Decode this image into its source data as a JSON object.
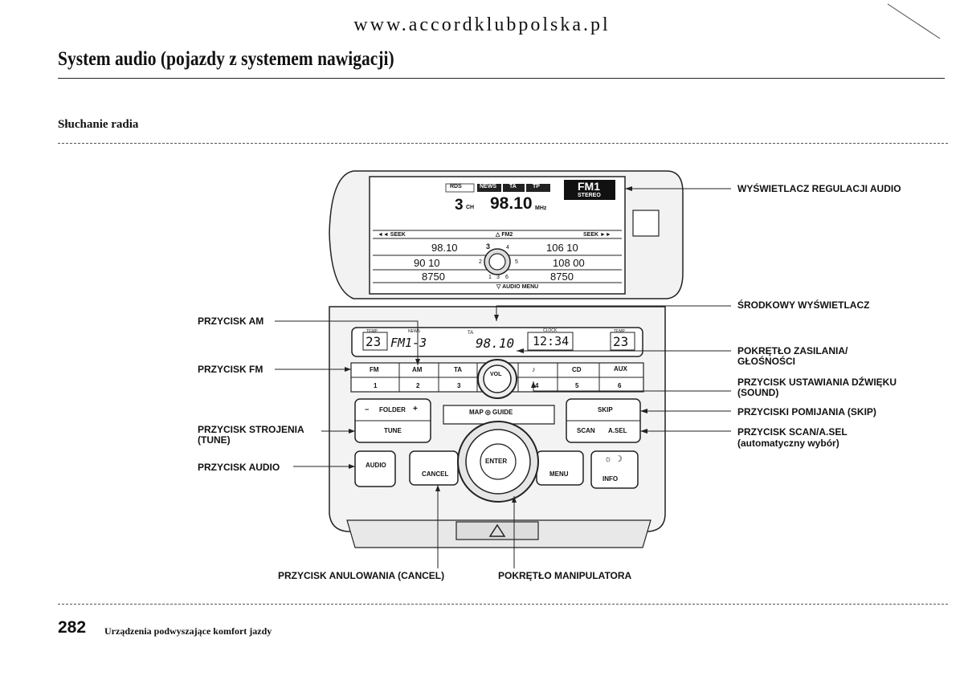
{
  "header": {
    "url": "www.accordklubpolska.pl",
    "title": "System audio (pojazdy z systemem nawigacji)",
    "section": "Słuchanie radia"
  },
  "display_top": {
    "indicators": [
      "RDS",
      "NEWS",
      "TA",
      "TP"
    ],
    "band": "FM1",
    "stereo": "STEREO",
    "channel": "3",
    "channel_unit": "CH",
    "frequency": "98.10",
    "freq_unit": "MHz",
    "seek_left": "◄◄ SEEK",
    "seek_right": "SEEK ►►",
    "fm2": "△ FM2",
    "audio_menu": "▽ AUDIO MENU",
    "presets_left": [
      "98.10",
      "90 10",
      "8750"
    ],
    "presets_right": [
      "106 10",
      "108 00",
      "8750"
    ],
    "preset_numbers": [
      "3",
      "4",
      "2",
      "5",
      "1",
      "3",
      "6"
    ]
  },
  "center_display": {
    "temp_label": "TEMP",
    "temp_left": "23",
    "band": "FM1-3",
    "news": "NEWS",
    "ta": "TA",
    "freq": "98.10",
    "clock_label": "CLOCK",
    "clock": "12:34",
    "temp_right": "23"
  },
  "panel": {
    "row_buttons": [
      "FM",
      "AM",
      "TA",
      "♪",
      "CD",
      "AUX"
    ],
    "preset_buttons": [
      "1",
      "2",
      "3",
      "4",
      "5",
      "6"
    ],
    "vol_label": "VOL",
    "folder": "FOLDER",
    "tune": "TUNE",
    "audio": "AUDIO",
    "cancel": "CANCEL",
    "enter": "ENTER",
    "menu": "MENU",
    "map_guide": "MAP ◎ GUIDE",
    "skip": "SKIP",
    "scan": "SCAN",
    "asel": "A.SEL",
    "info": "INFO",
    "minus": "−",
    "plus": "+"
  },
  "callouts": {
    "display_audio": "WYŚWIETLACZ REGULACJI AUDIO",
    "center_display": "ŚRODKOWY WYŚWIETLACZ",
    "am_button": "PRZYCISK AM",
    "power_knob": "POKRĘTŁO ZASILANIA/ GŁOŚNOŚCI",
    "fm_button": "PRZYCISK FM",
    "sound_button": "PRZYCISK USTAWIANIA DŹWIĘKU (SOUND)",
    "skip_buttons": "PRZYCISKI POMIJANIA (SKIP)",
    "tune_button": "PRZYCISK STROJENIA (TUNE)",
    "scan_buttons": "PRZYCISK SCAN/A.SEL",
    "scan_note": "(automatyczny wybór)",
    "audio_button": "PRZYCISK AUDIO",
    "cancel_button": "PRZYCISK ANULOWANIA (CANCEL)",
    "manipulator_knob": "POKRĘTŁO MANIPULATORA"
  },
  "footer": {
    "page_number": "282",
    "caption": "Urządzenia podwyszające komfort jazdy"
  }
}
